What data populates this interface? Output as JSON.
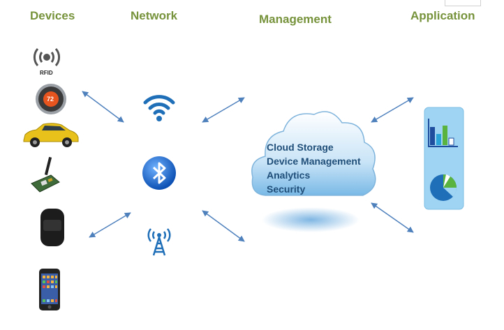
{
  "columns": {
    "devices": "Devices",
    "network": "Network",
    "management": "Management",
    "application": "Application"
  },
  "devices": {
    "rfid_label": "RFID",
    "thermostat_reading": "72"
  },
  "cloud": {
    "lines": [
      "Cloud Storage",
      "Device Management",
      "Analytics",
      "Security"
    ]
  },
  "colors": {
    "heading": "#77933c",
    "arrow": "#4f81bd",
    "cloud_text": "#1f4e79",
    "wifi": "#1f6fb8",
    "bluetooth": "#1a73e8"
  }
}
